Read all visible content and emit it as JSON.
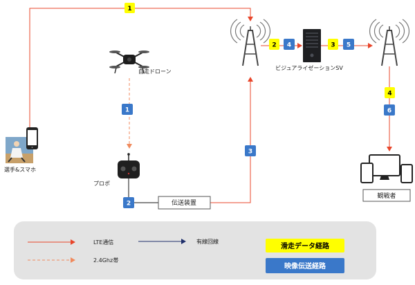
{
  "labels": {
    "player": "選手&スマホ",
    "drone": "自走ドローン",
    "controller": "プロポ",
    "transmitter": "伝送装置",
    "server": "ビジュアライゼーションSV",
    "viewer": "観戦者"
  },
  "badges": {
    "top_route": "1",
    "drone_link": "1",
    "controller_out": "2",
    "tx_uplink": "3",
    "tower_to_sv_data": "2",
    "tower_to_sv_video": "4",
    "sv_to_tower_data": "3",
    "sv_to_tower_video": "5",
    "downlink_data": "4",
    "downlink_video": "6"
  },
  "legend": {
    "lte": "LTE通信",
    "wired": "有線回線",
    "ghz": "2.4Ghz帯",
    "data_route": "滑走データ経路",
    "video_route": "映像伝送経路"
  },
  "colors": {
    "lte_line": "#e8452a",
    "wired_line": "#1f2f6b",
    "ghz_line": "#f08a5d",
    "data_badge": "#ffff00",
    "video_badge": "#3a78c9",
    "legend_panel": "#e3e3e3"
  }
}
